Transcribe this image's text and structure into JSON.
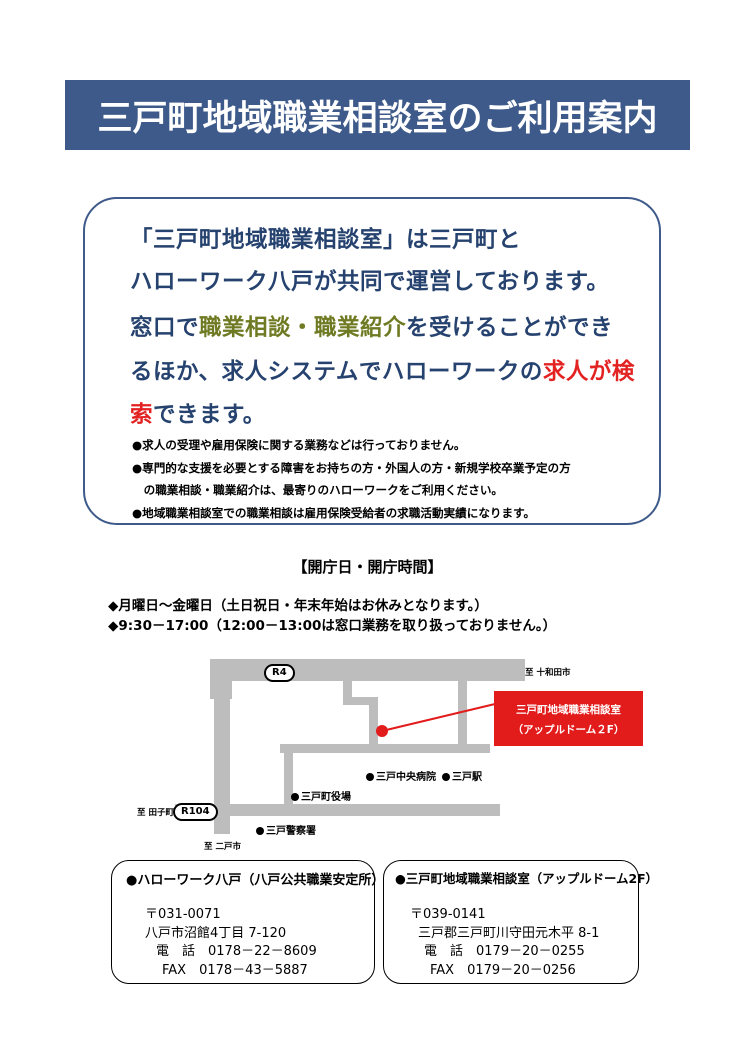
{
  "title": "三戸町地域職業相談室のご利用案内",
  "intro": {
    "line1": "「三戸町地域職業相談室」は三戸町と",
    "line2": "ハローワーク八戸が共同で運営しております。",
    "line3_a": "窓口で",
    "line3_b": "職業相談・職業紹介",
    "line3_c": "を受けることができ",
    "line4_a": "るほか、求人システムでハローワークの",
    "line4_b": "求人が検",
    "line5_a": "索",
    "line5_b": "できます。"
  },
  "notes": [
    "●求人の受理や雇用保険に関する業務などは行っておりません。",
    "●専門的な支援を必要とする障害をお持ちの方・外国人の方・新規学校卒業予定の方",
    "　の職業相談・職業紹介は、最寄りのハローワークをご利用ください。",
    "●地域職業相談室での職業相談は雇用保険受給者の求職活動実績になります。"
  ],
  "hours": {
    "title": "【開庁日・開庁時間】",
    "days": "◆月曜日～金曜日（土日祝日・年末年始はお休みとなります。）",
    "time": "◆9:30－17:00（12:00－13:00は窓口業務を取り扱っておりません。）"
  },
  "map": {
    "route_r4": "R4",
    "route_r104": "R104",
    "to_towada": "至 十和田市",
    "to_takko": "至 田子町",
    "to_ninohe": "至 二戸市",
    "hospital": "三戸中央病院",
    "station": "三戸駅",
    "town_hall": "三戸町役場",
    "police": "三戸警察署",
    "callout_line1": "三戸町地域職業相談室",
    "callout_line2": "（アップルドーム２F）",
    "road_color": "#bdbdbd",
    "callout_color": "#e21b1b"
  },
  "contacts": [
    {
      "title": "●ハローワーク八戸（八戸公共職業安定所）",
      "postal": "〒031-0071",
      "address": "八戸市沼館4丁目 7-120",
      "tel": "電　話　0178－22－8609",
      "fax": "FAX　0178－43－5887"
    },
    {
      "title": "●三戸町地域職業相談室（アップルドーム2F）",
      "postal": "〒039-0141",
      "address": "三戸郡三戸町川守田元木平 8-1",
      "tel": "電　話　0179－20－0255",
      "fax": "FAX　0179－20－0256"
    }
  ],
  "colors": {
    "banner": "#3e5a8a",
    "text_blue": "#26426f",
    "green": "#6f7a22",
    "red": "#e32222"
  }
}
